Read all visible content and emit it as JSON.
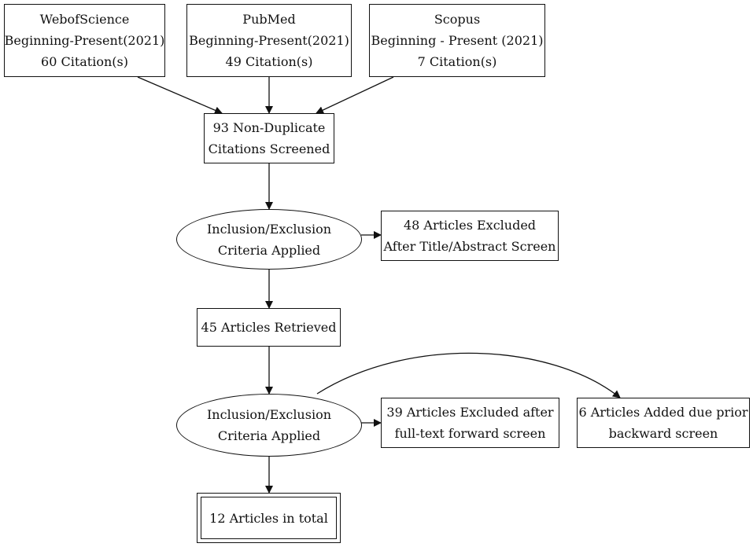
{
  "sources": {
    "wos": {
      "lines": [
        "WebofScience",
        "Beginning-Present(2021)",
        "60 Citation(s)"
      ]
    },
    "pubmed": {
      "lines": [
        "PubMed",
        "Beginning-Present(2021)",
        "49 Citation(s)"
      ]
    },
    "scopus": {
      "lines": [
        "Scopus",
        "Beginning - Present (2021)",
        "7 Citation(s)"
      ]
    }
  },
  "screened": {
    "lines": [
      "93 Non-Duplicate",
      "Citations Screened"
    ]
  },
  "criteria1": {
    "lines": [
      "Inclusion/Exclusion",
      "Criteria Applied"
    ]
  },
  "excluded1": {
    "lines": [
      "48 Articles Excluded",
      "After Title/Abstract Screen"
    ]
  },
  "retrieved": {
    "lines": [
      "45 Articles Retrieved"
    ]
  },
  "criteria2": {
    "lines": [
      "Inclusion/Exclusion",
      "Criteria Applied"
    ]
  },
  "excluded2": {
    "lines": [
      "39 Articles Excluded after",
      "full-text forward screen"
    ]
  },
  "added": {
    "lines": [
      "6 Articles Added due prior",
      "backward screen"
    ]
  },
  "total": {
    "lines": [
      "12 Articles in total"
    ]
  }
}
